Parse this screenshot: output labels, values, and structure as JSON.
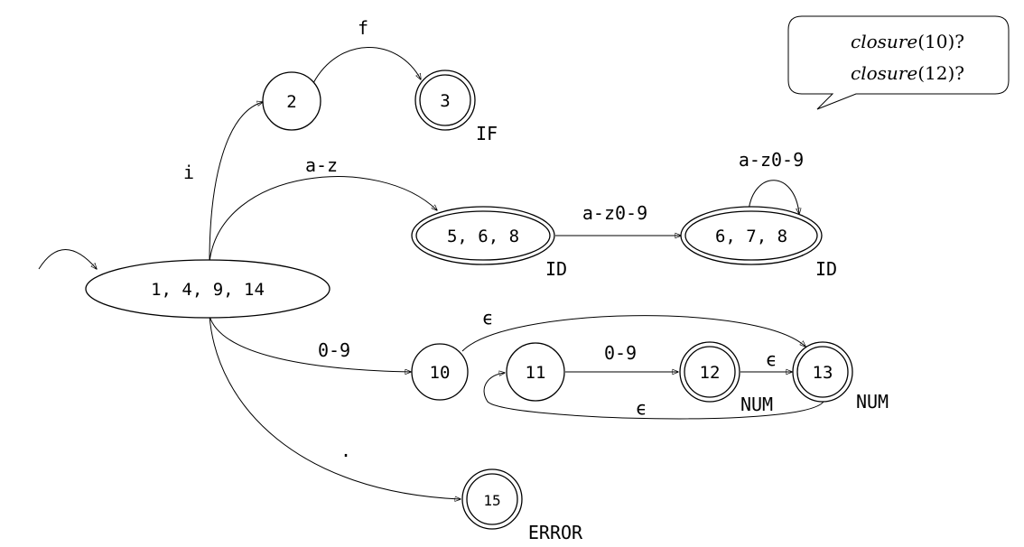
{
  "nodes": {
    "start": "1, 4, 9, 14",
    "n2": "2",
    "n3": "3",
    "n568": "5, 6, 8",
    "n678": "6, 7, 8",
    "n10": "10",
    "n11": "11",
    "n12": "12",
    "n13": "13",
    "n15": "15"
  },
  "tokens": {
    "n3": "IF",
    "n568": "ID",
    "n678": "ID",
    "n12": "NUM",
    "n13": "NUM",
    "n15": "ERROR"
  },
  "edges": {
    "i": "i",
    "f": "f",
    "az": "a-z",
    "az09_between": "a-z0-9",
    "az09_loop": "a-z0-9",
    "d09": "0-9",
    "d09_11_12": "0-9",
    "eps_10_13": "ϵ",
    "eps_12_13": "ϵ",
    "eps_13_11": "ϵ",
    "dot": "."
  },
  "callout": {
    "line1_fn": "closure",
    "line1_arg": "(10)?",
    "line2_fn": "closure",
    "line2_arg": "(12)?"
  }
}
